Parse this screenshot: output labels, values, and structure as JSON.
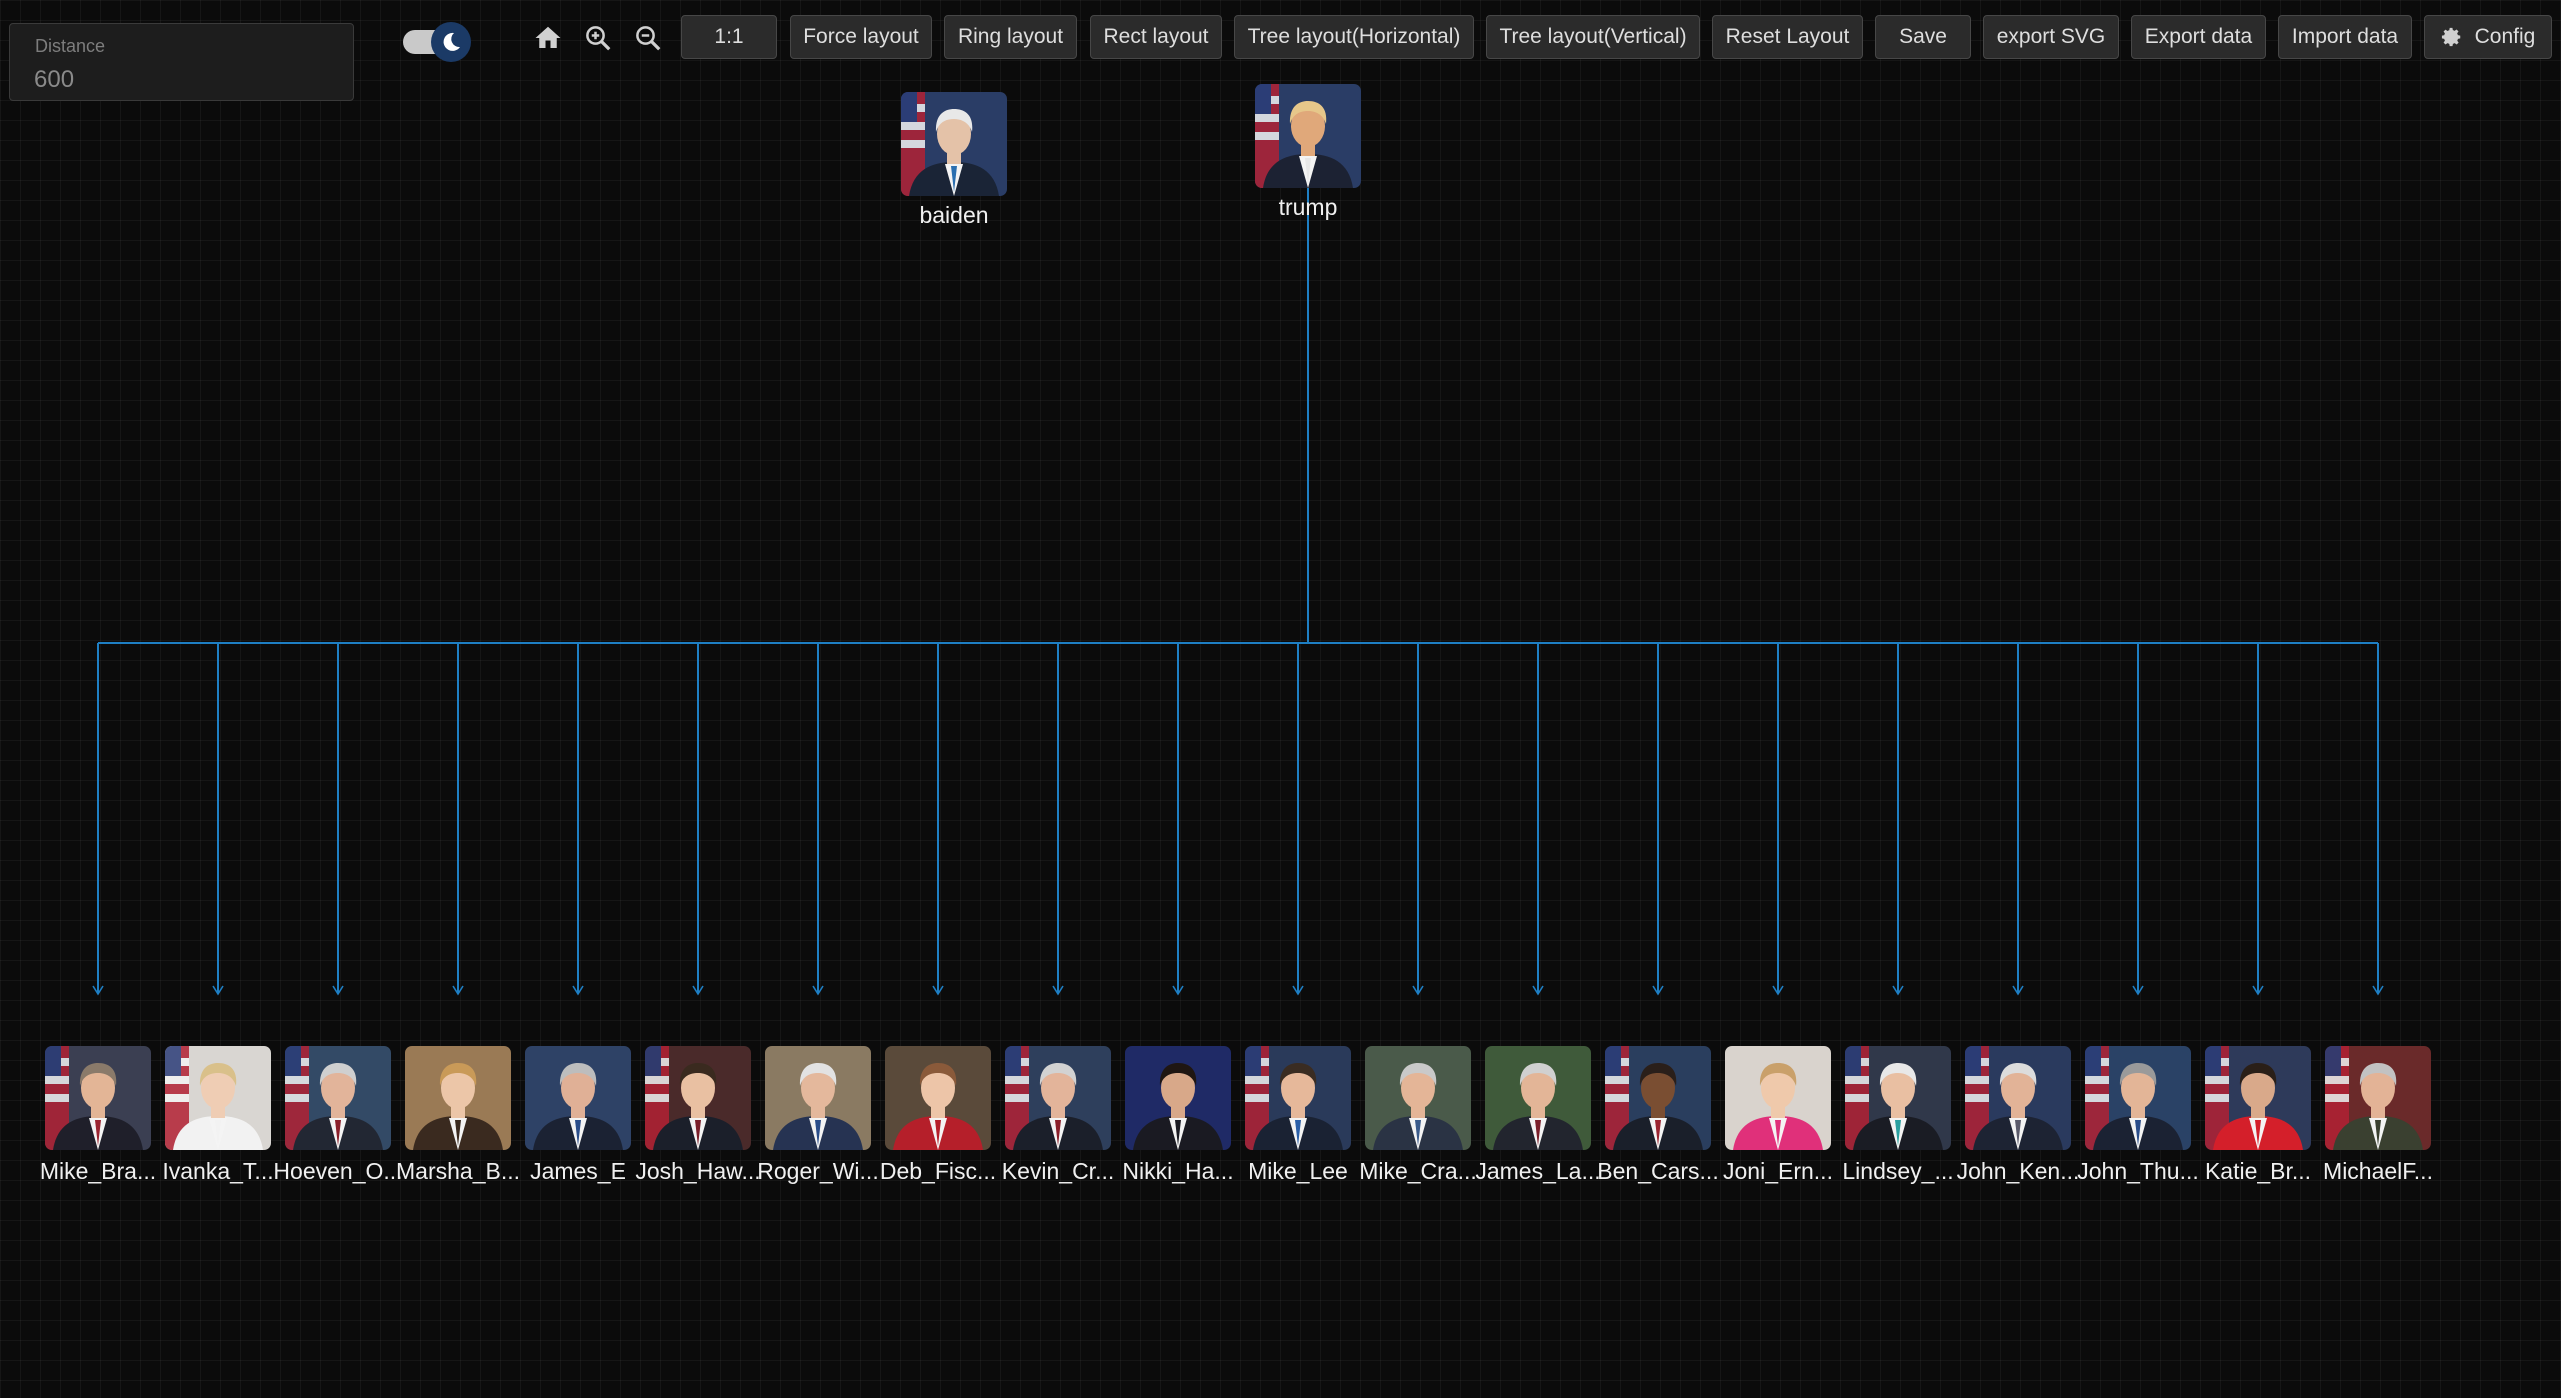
{
  "toolbar": {
    "distance_label": "Distance",
    "distance_value": "600",
    "theme_toggle": "moon-icon",
    "zoom_ratio_label": "1:1",
    "buttons": [
      {
        "id": "force",
        "label": "Force layout"
      },
      {
        "id": "ring",
        "label": "Ring layout"
      },
      {
        "id": "rect",
        "label": "Rect layout"
      },
      {
        "id": "tree_h",
        "label": "Tree layout(Horizontal)"
      },
      {
        "id": "tree_v",
        "label": "Tree layout(Vertical)"
      },
      {
        "id": "reset",
        "label": "Reset Layout"
      },
      {
        "id": "save",
        "label": "Save"
      },
      {
        "id": "export_svg",
        "label": "export SVG"
      },
      {
        "id": "export_data",
        "label": "Export data"
      },
      {
        "id": "import_data",
        "label": "Import data"
      },
      {
        "id": "config",
        "label": "Config"
      }
    ]
  },
  "graph": {
    "edge_color": "#1e7fc4",
    "roots": [
      {
        "label": "baiden",
        "photo": {
          "bg": "#2a3d66",
          "skin": "#e4c2a8",
          "hair": "#e8e8e8",
          "suit": "#1a2436",
          "tie": "#2b6fb0",
          "flag": true
        }
      },
      {
        "label": "trump",
        "photo": {
          "bg": "#2a3d66",
          "skin": "#e0a87a",
          "hair": "#e6c78a",
          "suit": "#1c2233",
          "tie": "#e8e8e8",
          "flag": true
        }
      }
    ],
    "children": [
      {
        "label": "Mike_Bra...",
        "photo": {
          "bg": "#3b3f52",
          "skin": "#e3b596",
          "hair": "#8a7a6a",
          "suit": "#1f1f2a",
          "tie": "#9a2430",
          "flag": true
        }
      },
      {
        "label": "Ivanka_T...",
        "photo": {
          "bg": "#d9d6d2",
          "skin": "#efcdb4",
          "hair": "#d9c08a",
          "suit": "#f2f2f2",
          "tie": "#f2f2f2",
          "flag": true
        }
      },
      {
        "label": "Hoeven_O...",
        "photo": {
          "bg": "#334a66",
          "skin": "#e2b49a",
          "hair": "#cfcfcf",
          "suit": "#222733",
          "tie": "#8a1f2a",
          "flag": true
        }
      },
      {
        "label": "Marsha_B...",
        "photo": {
          "bg": "#9a7a55",
          "skin": "#ecc6a8",
          "hair": "#c99a58",
          "suit": "#3a2a1f",
          "tie": "#3a2a1f",
          "flag": false
        }
      },
      {
        "label": "James_E",
        "photo": {
          "bg": "#2e4266",
          "skin": "#e0b096",
          "hair": "#bdbdbd",
          "suit": "#1b2233",
          "tie": "#2a4d8a",
          "flag": false
        }
      },
      {
        "label": "Josh_Haw...",
        "photo": {
          "bg": "#4a2a2a",
          "skin": "#e9c0a2",
          "hair": "#3a2a1f",
          "suit": "#1b1f2a",
          "tie": "#7a1f2a",
          "flag": true
        }
      },
      {
        "label": "Roger_Wi...",
        "photo": {
          "bg": "#8a7a62",
          "skin": "#e4b89c",
          "hair": "#e2e2e2",
          "suit": "#263352",
          "tie": "#2a4d8a",
          "flag": false
        }
      },
      {
        "label": "Deb_Fisc...",
        "photo": {
          "bg": "#5a4a3a",
          "skin": "#edc5a8",
          "hair": "#8a5a3a",
          "suit": "#b51f2a",
          "tie": "#b51f2a",
          "flag": false
        }
      },
      {
        "label": "Kevin_Cr...",
        "photo": {
          "bg": "#2e3f5c",
          "skin": "#e3b49a",
          "hair": "#d2d2d2",
          "suit": "#1b1f2a",
          "tie": "#8a1f2a",
          "flag": true
        }
      },
      {
        "label": "Nikki_Ha...",
        "photo": {
          "bg": "#1f2a66",
          "skin": "#d8a889",
          "hair": "#1f1612",
          "suit": "#1a1a22",
          "tie": "#1a1a22",
          "flag": false
        }
      },
      {
        "label": "Mike_Lee",
        "photo": {
          "bg": "#2a3a5a",
          "skin": "#e6b89a",
          "hair": "#3a2c22",
          "suit": "#1a2233",
          "tie": "#2a5fa8",
          "flag": true
        }
      },
      {
        "label": "Mike_Cra...",
        "photo": {
          "bg": "#4a5a4a",
          "skin": "#e4b597",
          "hair": "#c9c9c9",
          "suit": "#2a3344",
          "tie": "#3a5a8a",
          "flag": false
        }
      },
      {
        "label": "James_La...",
        "photo": {
          "bg": "#3f5a3a",
          "skin": "#e3b597",
          "hair": "#d0d0d0",
          "suit": "#22252e",
          "tie": "#7a1f2a",
          "flag": false
        }
      },
      {
        "label": "Ben_Cars...",
        "photo": {
          "bg": "#2a3e5e",
          "skin": "#7a4e32",
          "hair": "#2a1f1a",
          "suit": "#1a1f2a",
          "tie": "#9a2430",
          "flag": true
        }
      },
      {
        "label": "Joni_Ern...",
        "photo": {
          "bg": "#d9d3cd",
          "skin": "#efc9ab",
          "hair": "#c9a06a",
          "suit": "#e0307a",
          "tie": "#e0307a",
          "flag": false
        }
      },
      {
        "label": "Lindsey_...",
        "photo": {
          "bg": "#30384a",
          "skin": "#e9bfa2",
          "hair": "#e8e8e8",
          "suit": "#1a1c24",
          "tie": "#2aa0a0",
          "flag": true
        }
      },
      {
        "label": "John_Ken...",
        "photo": {
          "bg": "#2a3a5e",
          "skin": "#e2b397",
          "hair": "#dcdcdc",
          "suit": "#1d2333",
          "tie": "#5a5a6a",
          "flag": true
        }
      },
      {
        "label": "John_Thu...",
        "photo": {
          "bg": "#2a4266",
          "skin": "#e3b597",
          "hair": "#9a9a9a",
          "suit": "#1b2233",
          "tie": "#2a4d8a",
          "flag": true
        }
      },
      {
        "label": "Katie_Br...",
        "photo": {
          "bg": "#2e3a5a",
          "skin": "#d9a98a",
          "hair": "#2a1f18",
          "suit": "#d41f2a",
          "tie": "#d41f2a",
          "flag": true
        }
      },
      {
        "label": "MichaelF...",
        "photo": {
          "bg": "#6a2a2a",
          "skin": "#e3b396",
          "hair": "#c2c2c2",
          "suit": "#3a4030",
          "tie": "#3a4030",
          "flag": true
        }
      }
    ]
  }
}
